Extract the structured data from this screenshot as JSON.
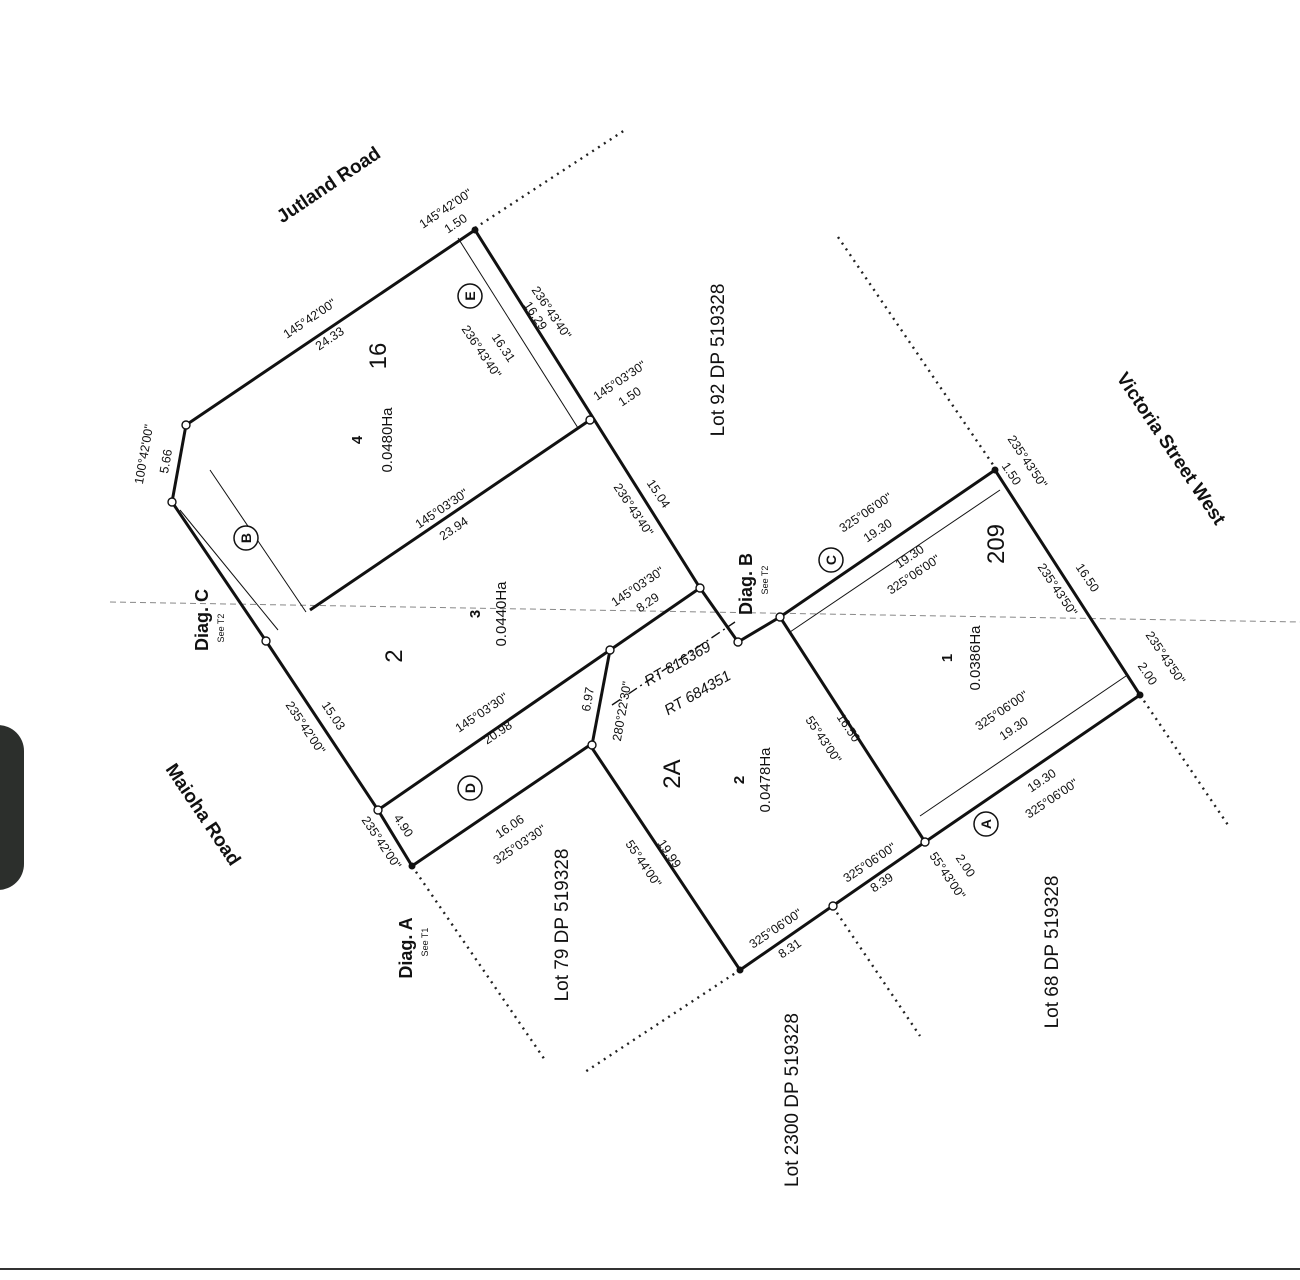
{
  "roads": {
    "jutland": "Jutland Road",
    "victoria": "Victoria Street West",
    "maioha": "Maioha Road"
  },
  "lots": {
    "lot92": "Lot 92 DP 519328",
    "lot79": "Lot 79 DP 519328",
    "lot2300": "Lot 2300 DP 519328",
    "lot68": "Lot 68 DP 519328"
  },
  "diagrams": {
    "a": "Diag. A",
    "a_see": "See T1",
    "b": "Diag. B",
    "b_see": "See T2",
    "c": "Diag. C",
    "c_see": "See T2"
  },
  "parcels": {
    "p4": {
      "num": "4",
      "area": "0.0480Ha",
      "big": "16"
    },
    "p3": {
      "num": "3",
      "area": "0.0440Ha",
      "big": "2"
    },
    "p2": {
      "num": "2",
      "area": "0.0478Ha",
      "big": "2A"
    },
    "p1": {
      "num": "1",
      "area": "0.0386Ha",
      "big": "209"
    }
  },
  "certs": {
    "rt1": "RT 816369",
    "rt2": "RT 684351"
  },
  "easements": [
    "A",
    "B",
    "C",
    "D",
    "E"
  ],
  "dims": {
    "top_b": "145°42'00\"",
    "top_d": "1.50",
    "jut_b": "145°42'00\"",
    "jut_d": "24.33",
    "nw_b": "100°42'00\"",
    "nw_d": "5.66",
    "r4_b": "236°43'40\"",
    "r4_d": "16.29",
    "i4_b": "236°43'40\"",
    "i4_d": "16.31",
    "mid_b": "145°03'30\"",
    "mid_d": "1.50",
    "s34_b": "145°03'30\"",
    "s34_d": "23.94",
    "r3_b": "236°43'40\"",
    "r3_d": "15.04",
    "s32_b": "145°03'30\"",
    "s32_d": "8.29",
    "s23_b": "145°03'30\"",
    "s23_d": "20.98",
    "w3_b": "235°42'00\"",
    "w3_d": "15.03",
    "sw_b": "235°42'00\"",
    "sw_d": "4.90",
    "d_d": "16.06",
    "d_b": "325°03'30\"",
    "int_b": "280°22'30\"",
    "int_d": "6.97",
    "w2_b": "55°44'00\"",
    "w2_d": "19.99",
    "b2_b": "325°06'00\"",
    "b2_d": "8.31",
    "b2r_b": "325°06'00\"",
    "b2r_d": "8.39",
    "e2_b": "55°43'00\"",
    "e2_d": "16.50",
    "se_b": "55°43'00\"",
    "se_d": "2.00",
    "ct_b": "325°06'00\"",
    "ct_d": "19.30",
    "ci_d": "19.30",
    "ci_b": "325°06'00\"",
    "ne_b": "235°43'50\"",
    "ne_d": "1.50",
    "e1_d": "16.50",
    "e1_b": "235°43'50\"",
    "ee_b": "235°43'50\"",
    "ee_d": "2.00",
    "bi_b": "325°06'00\"",
    "bi_d": "19.30",
    "ba_d": "19.30",
    "ba_b": "325°06'00\""
  }
}
